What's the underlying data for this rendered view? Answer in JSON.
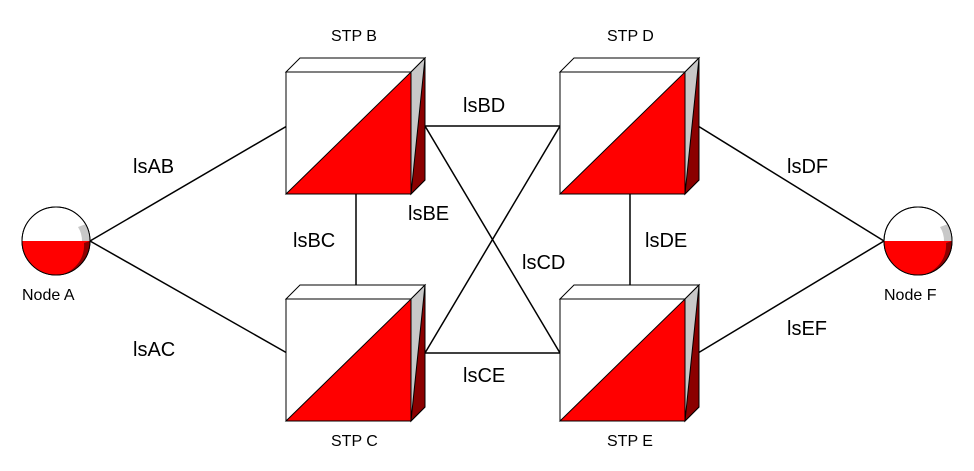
{
  "colors": {
    "red": "#ff0000",
    "dark_red": "#8b0000",
    "face": "#ffffff",
    "side_gray": "#c8c8c8"
  },
  "nodes": {
    "node_a": {
      "label": "Node A",
      "icon": "signaling-point-icon"
    },
    "node_f": {
      "label": "Node F",
      "icon": "signaling-point-icon"
    },
    "stp_b": {
      "label": "STP B",
      "icon": "stp-cube-icon"
    },
    "stp_c": {
      "label": "STP C",
      "icon": "stp-cube-icon"
    },
    "stp_d": {
      "label": "STP D",
      "icon": "stp-cube-icon"
    },
    "stp_e": {
      "label": "STP E",
      "icon": "stp-cube-icon"
    }
  },
  "links": {
    "ab": "lsAB",
    "ac": "lsAC",
    "bc": "lsBC",
    "bd": "lsBD",
    "be": "lsBE",
    "cd": "lsCD",
    "ce": "lsCE",
    "de": "lsDE",
    "df": "lsDF",
    "ef": "lsEF"
  }
}
